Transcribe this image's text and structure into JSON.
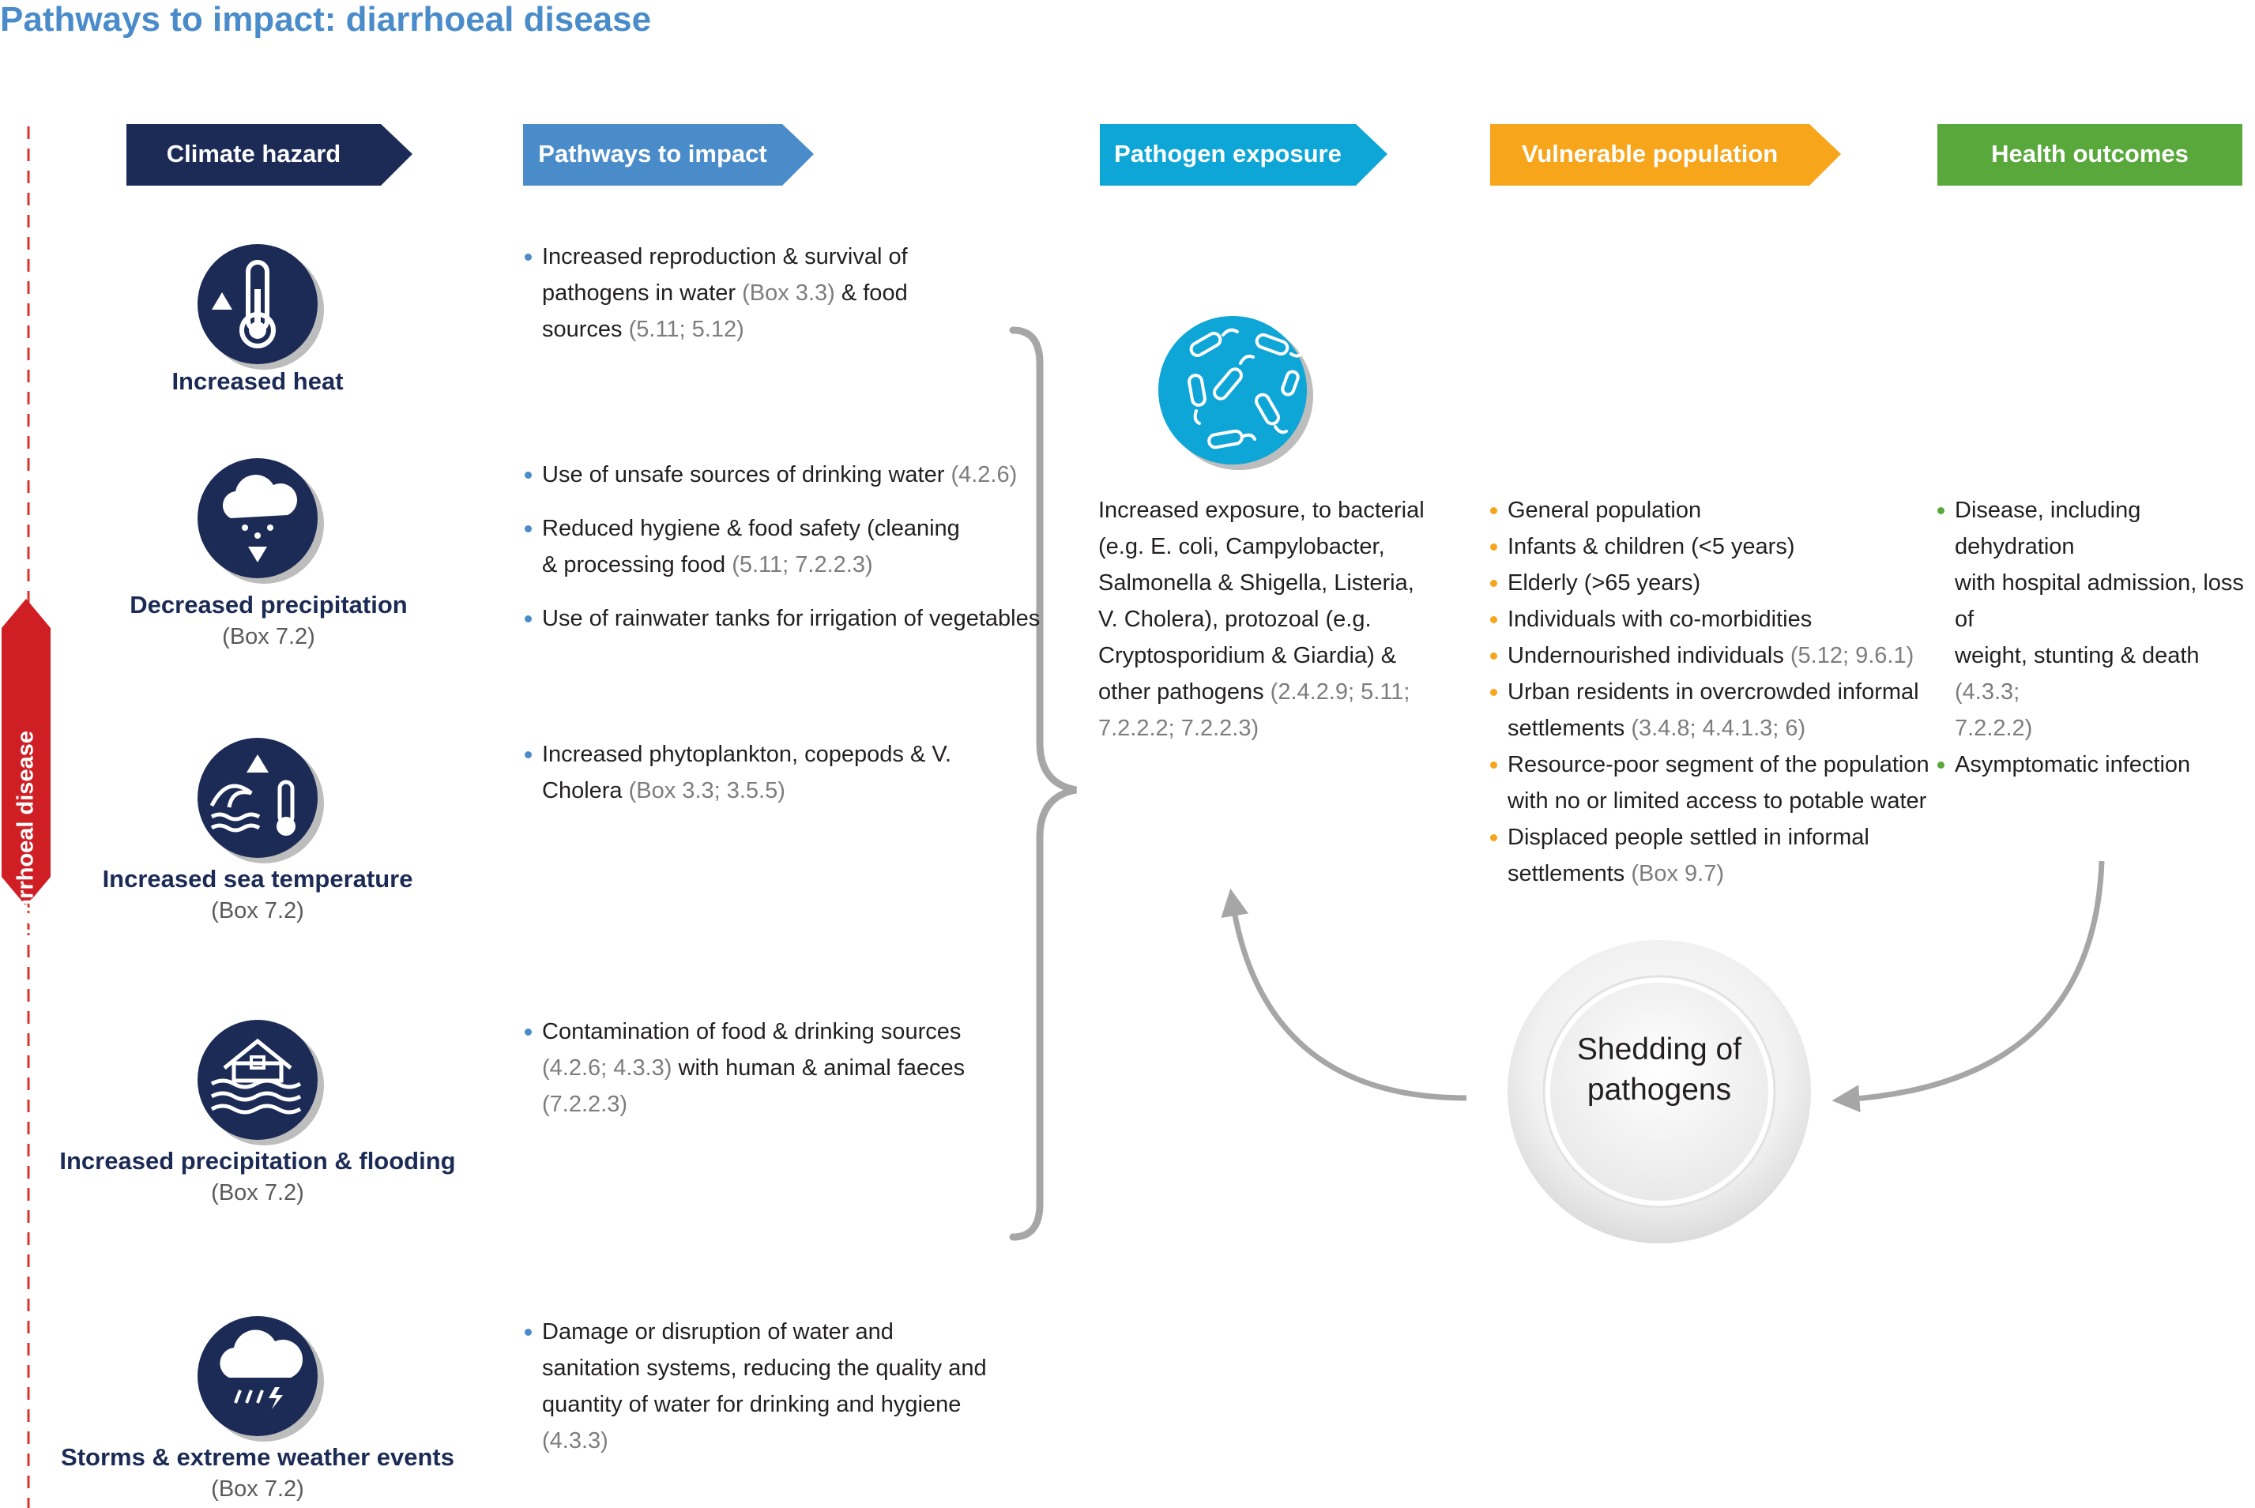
{
  "title": "Pathways to impact: diarrhoeal disease",
  "side_label": "Diarrhoeal disease",
  "headers": {
    "climate_hazard": {
      "label": "Climate hazard",
      "color": "#1c2b56"
    },
    "pathways": {
      "label": "Pathways to impact",
      "color": "#4a8cc9"
    },
    "pathogen": {
      "label": "Pathogen exposure",
      "color": "#0ea6d7"
    },
    "vulnerable": {
      "label": "Vulnerable population groups",
      "color": "#f7a51b"
    },
    "health": {
      "label": "Health outcomes",
      "color": "#58a83b"
    }
  },
  "hazards": [
    {
      "label": "Increased heat",
      "ref": "",
      "icon": "thermometer-increase-icon"
    },
    {
      "label": "Decreased precipitation",
      "ref": "(Box 7.2)",
      "icon": "rain-cloud-decrease-icon"
    },
    {
      "label": "Increased sea temperature",
      "ref": "(Box 7.2)",
      "icon": "wave-thermometer-icon"
    },
    {
      "label": "Increased precipitation & flooding",
      "ref": "(Box 7.2)",
      "icon": "house-flood-icon"
    },
    {
      "label": "Storms & extreme weather events",
      "ref": "(Box 7.2)",
      "icon": "storm-cloud-icon"
    }
  ],
  "pathways": {
    "heat": [
      {
        "lines": [
          [
            {
              "t": "Increased reproduction & survival of"
            }
          ],
          [
            {
              "t": "pathogens in water "
            },
            {
              "t": "(Box 3.3)",
              "ref": true
            },
            {
              "t": " & food"
            }
          ],
          [
            {
              "t": "sources "
            },
            {
              "t": "(5.11; 5.12)",
              "ref": true
            }
          ]
        ]
      }
    ],
    "drought": [
      {
        "lines": [
          [
            {
              "t": "Use of unsafe sources of drinking water "
            },
            {
              "t": "(4.2.6)",
              "ref": true
            }
          ]
        ]
      },
      {
        "lines": [
          [
            {
              "t": "Reduced hygiene & food safety (cleaning"
            }
          ],
          [
            {
              "t": "& processing food "
            },
            {
              "t": "(5.11; 7.2.2.3)",
              "ref": true
            }
          ]
        ]
      },
      {
        "lines": [
          [
            {
              "t": "Use of rainwater tanks for irrigation of vegetables"
            }
          ]
        ]
      }
    ],
    "sea": [
      {
        "lines": [
          [
            {
              "t": "Increased phytoplankton, copepods & V."
            }
          ],
          [
            {
              "t": "Cholera "
            },
            {
              "t": "(Box 3.3; 3.5.5)",
              "ref": true
            }
          ]
        ]
      }
    ],
    "flood": [
      {
        "lines": [
          [
            {
              "t": "Contamination of food & drinking sources"
            }
          ],
          [
            {
              "t": "(4.2.6; 4.3.3)",
              "ref": true
            },
            {
              "t": " with human & animal faeces"
            }
          ],
          [
            {
              "t": "(7.2.2.3)",
              "ref": true
            }
          ]
        ]
      }
    ],
    "storm": [
      {
        "lines": [
          [
            {
              "t": "Damage or disruption of water and"
            }
          ],
          [
            {
              "t": "sanitation systems, reducing the quality and"
            }
          ],
          [
            {
              "t": "quantity of water for drinking and hygiene"
            }
          ],
          [
            {
              "t": "(4.3.3)",
              "ref": true
            }
          ]
        ]
      }
    ]
  },
  "pathogen_text": [
    [
      {
        "t": "Increased exposure, to bacterial"
      }
    ],
    [
      {
        "t": "(e.g. E. coli, Campylobacter,"
      }
    ],
    [
      {
        "t": "Salmonella & Shigella, Listeria,"
      }
    ],
    [
      {
        "t": "V. Cholera), protozoal (e.g."
      }
    ],
    [
      {
        "t": "Cryptosporidium & Giardia) &"
      }
    ],
    [
      {
        "t": "other pathogens "
      },
      {
        "t": "(2.4.2.9; 5.11;",
        "ref": true
      }
    ],
    [
      {
        "t": "7.2.2.2; 7.2.2.3)",
        "ref": true
      }
    ]
  ],
  "vulnerable_groups": [
    {
      "lines": [
        [
          {
            "t": "General population"
          }
        ]
      ]
    },
    {
      "lines": [
        [
          {
            "t": "Infants & children (<5 years)"
          }
        ]
      ]
    },
    {
      "lines": [
        [
          {
            "t": "Elderly (>65 years)"
          }
        ]
      ]
    },
    {
      "lines": [
        [
          {
            "t": "Individuals with co-morbidities"
          }
        ]
      ]
    },
    {
      "lines": [
        [
          {
            "t": "Undernourished individuals "
          },
          {
            "t": "(5.12; 9.6.1)",
            "ref": true
          }
        ]
      ]
    },
    {
      "lines": [
        [
          {
            "t": "Urban residents in overcrowded informal"
          }
        ],
        [
          {
            "t": "settlements "
          },
          {
            "t": "(3.4.8; 4.4.1.3; 6)",
            "ref": true
          }
        ]
      ]
    },
    {
      "lines": [
        [
          {
            "t": "Resource-poor segment of the population"
          }
        ],
        [
          {
            "t": "with no or limited access to potable water"
          }
        ]
      ]
    },
    {
      "lines": [
        [
          {
            "t": "Displaced people settled in informal"
          }
        ],
        [
          {
            "t": "settlements "
          },
          {
            "t": "(Box 9.7)",
            "ref": true
          }
        ]
      ]
    }
  ],
  "health_outcomes": [
    {
      "lines": [
        [
          {
            "t": "Disease, including dehydration"
          }
        ],
        [
          {
            "t": "with hospital admission, loss of"
          }
        ],
        [
          {
            "t": "weight, stunting & death "
          },
          {
            "t": "(4.3.3;",
            "ref": true
          }
        ],
        [
          {
            "t": "7.2.2.2)",
            "ref": true
          }
        ]
      ]
    },
    {
      "lines": [
        [
          {
            "t": "Asymptomatic infection"
          }
        ]
      ]
    }
  ],
  "cycle_label": [
    "Shedding of",
    "pathogens"
  ]
}
